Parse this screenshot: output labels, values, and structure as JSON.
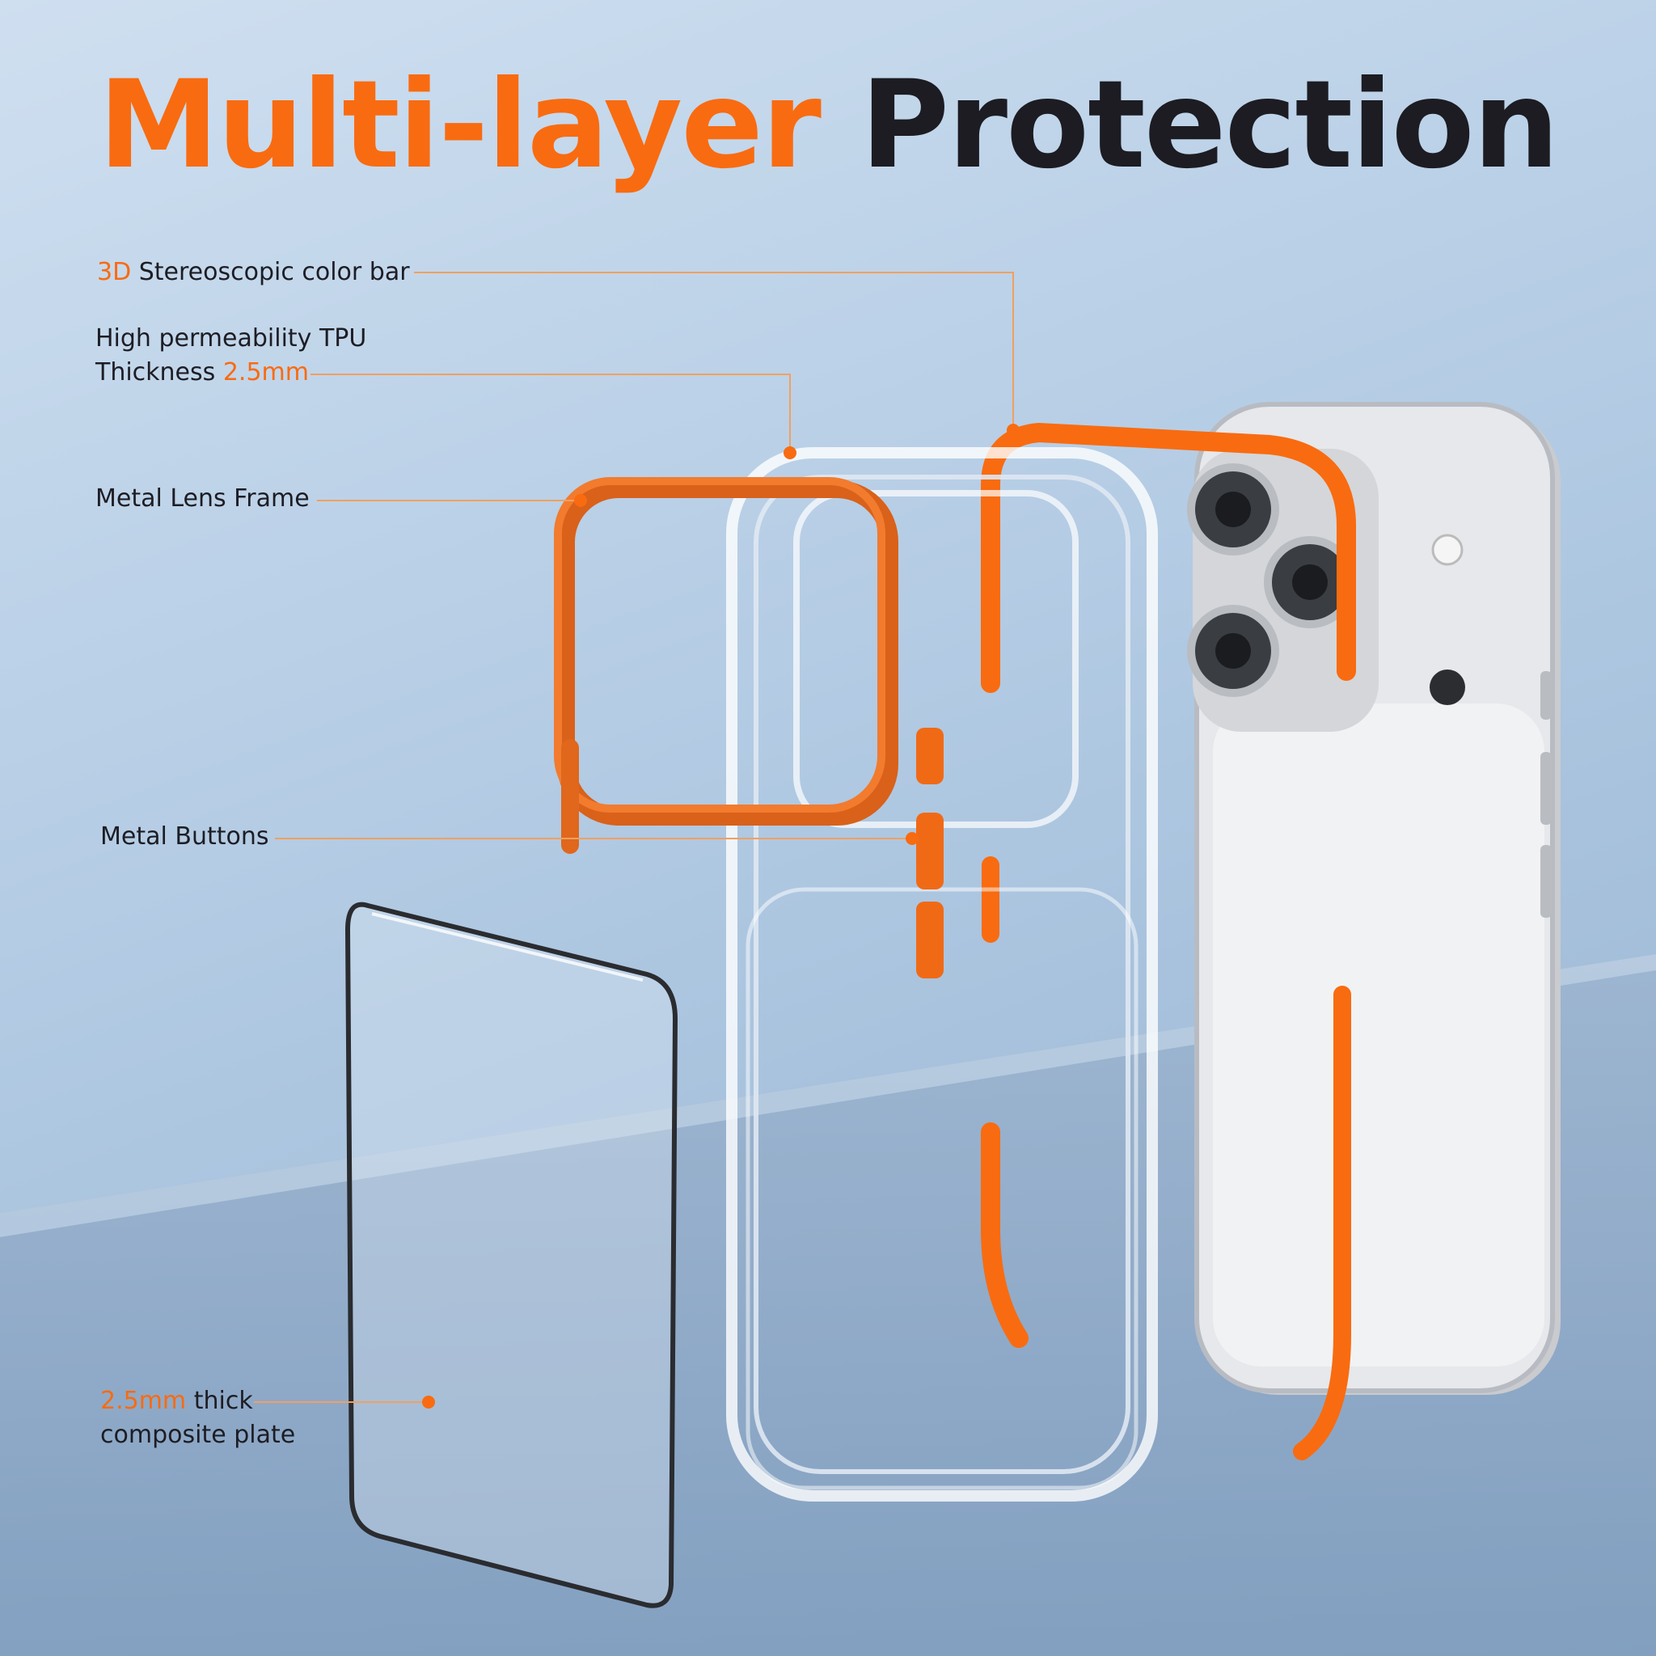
{
  "title": {
    "accent": "Multi-layer",
    "rest": "Protection"
  },
  "callouts": {
    "color_bar": {
      "highlight": "3D",
      "text": "Stereoscopic color bar"
    },
    "tpu": {
      "line1": "High permeability TPU",
      "line2_text": "Thickness",
      "line2_highlight": "2.5mm"
    },
    "lens_frame": {
      "text": "Metal Lens Frame"
    },
    "buttons": {
      "text": "Metal Buttons"
    },
    "plate": {
      "highlight": "2.5mm",
      "line1_text": "thick",
      "line2": "composite plate"
    }
  },
  "colors": {
    "accent": "#f96b10",
    "text": "#1d1d24",
    "leader": "#f0a060"
  }
}
